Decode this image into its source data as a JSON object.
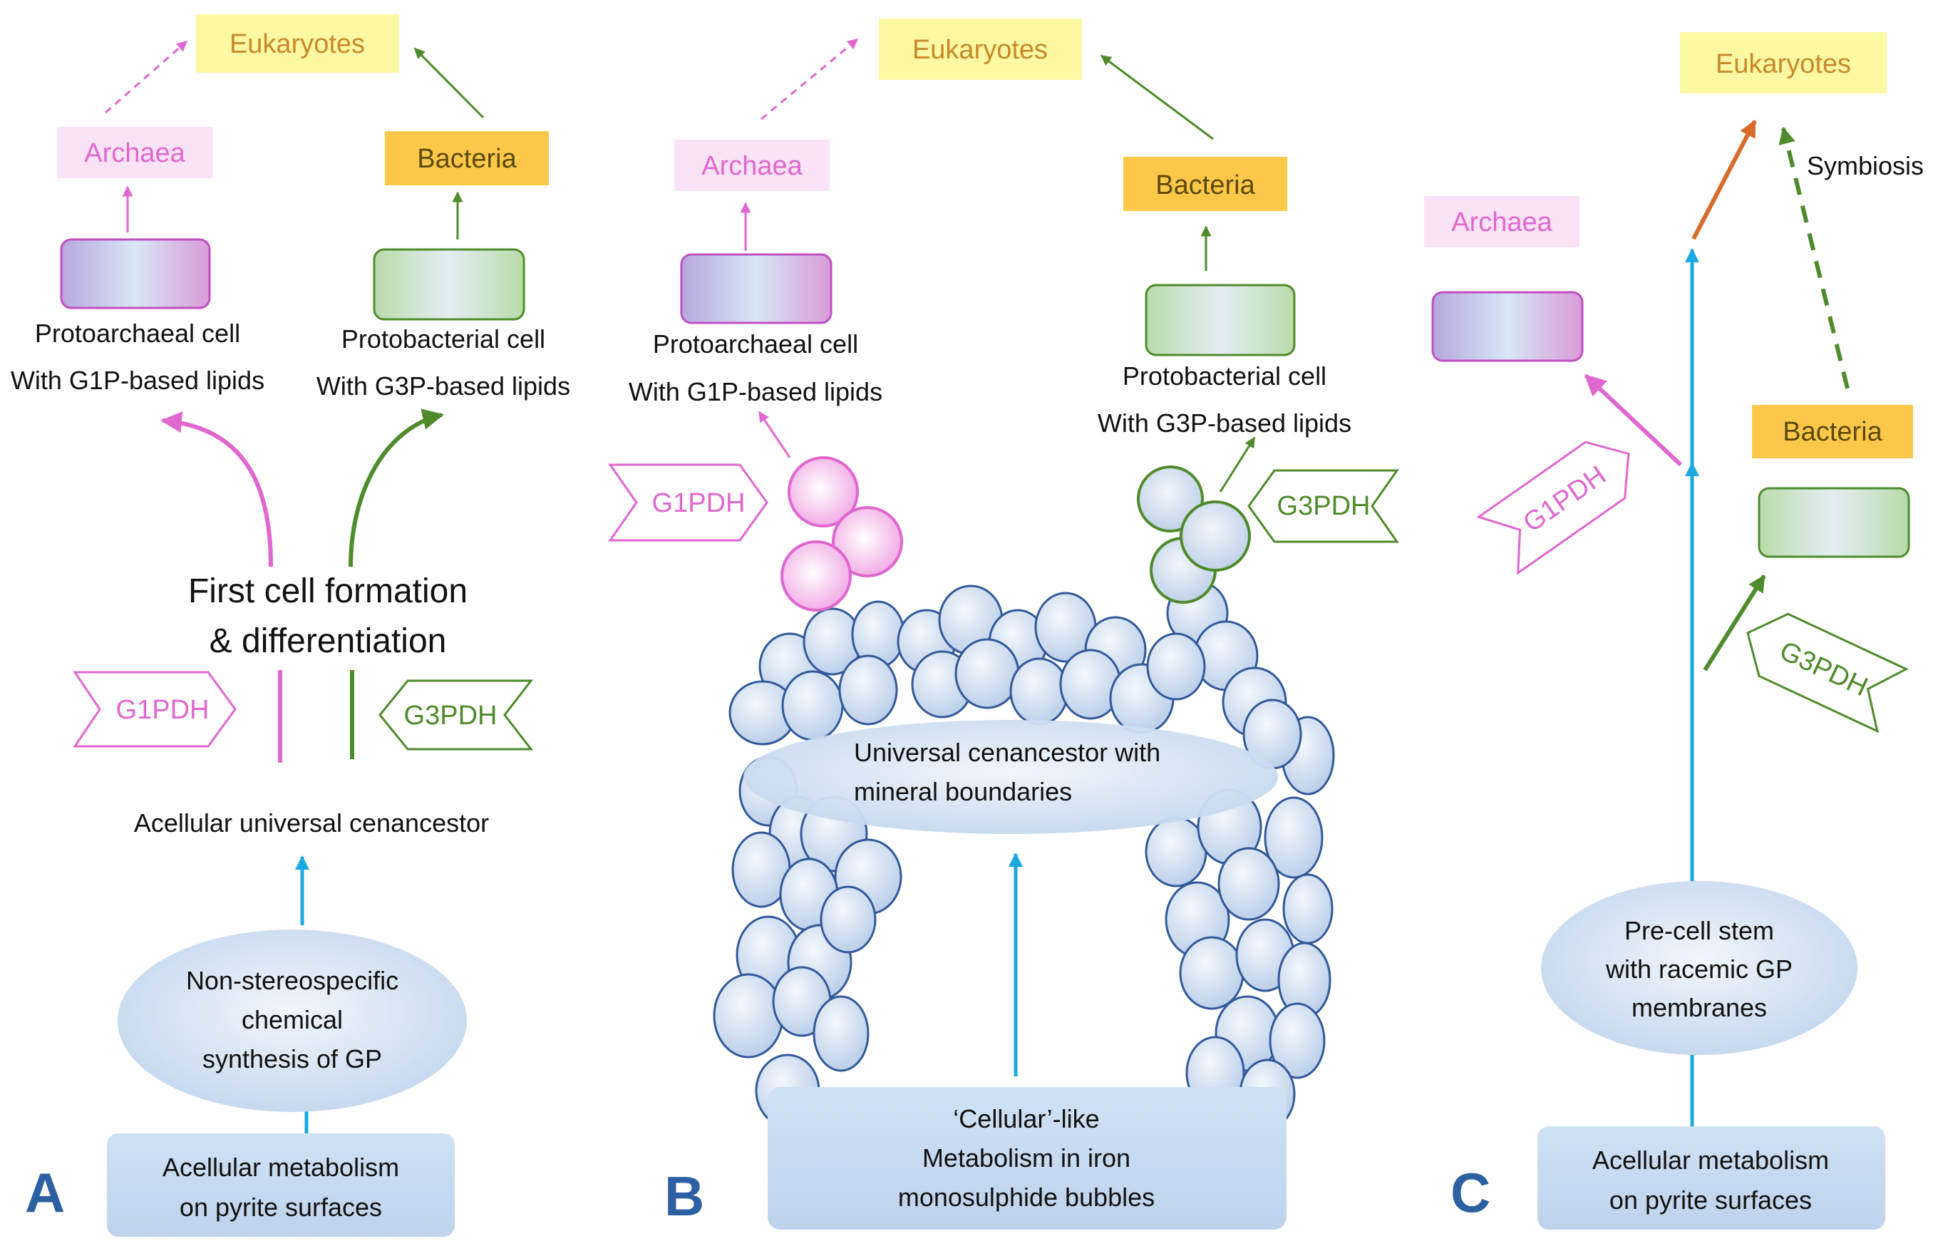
{
  "colors": {
    "archaea": "#e067cf",
    "archaea_box": "#fbe3f7",
    "bacteria": "#4f8a2c",
    "bacteria_box": "#fdc84a",
    "bacteria_text": "#5b4a06",
    "eukaryote_box": "#fdf8a2",
    "eukaryote_text": "#c8892b",
    "cyan_arrow": "#1aa9e0",
    "orange_arrow": "#d86a2a",
    "bubble_fill": "#cfdcf0",
    "bubble_stroke": "#33599a",
    "panel_letter": "#2d5fa3"
  },
  "panelA": {
    "letter": "A",
    "eukaryotes": "Eukaryotes",
    "archaea": "Archaea",
    "bacteria": "Bacteria",
    "protoarchaeal_line1": "Protoarchaeal cell",
    "protoarchaeal_line2": "With G1P-based lipids",
    "protobacterial_line1": "Protobacterial cell",
    "protobacterial_line2": "With G3P-based lipids",
    "first_cell_line1": "First cell formation",
    "first_cell_line2": "& differentiation",
    "g1pdh": "G1PDH",
    "g3pdh": "G3PDH",
    "cenancestor": "Acellular universal cenancestor",
    "synthesis_line1": "Non-stereospecific",
    "synthesis_line2": "chemical",
    "synthesis_line3": "synthesis of GP",
    "metabolism_line1": "Acellular metabolism",
    "metabolism_line2": "on pyrite surfaces"
  },
  "panelB": {
    "letter": "B",
    "eukaryotes": "Eukaryotes",
    "archaea": "Archaea",
    "bacteria": "Bacteria",
    "protoarchaeal_line1": "Protoarchaeal cell",
    "protoarchaeal_line2": "With G1P-based lipids",
    "protobacterial_line1": "Protobacterial cell",
    "protobacterial_line2": "With G3P-based lipids",
    "g1pdh": "G1PDH",
    "g3pdh": "G3PDH",
    "cenancestor_line1": "Universal cenancestor with",
    "cenancestor_line2": "mineral boundaries",
    "metabolism_line1": "‘Cellular’-like",
    "metabolism_line2": "Metabolism in iron",
    "metabolism_line3": "monosulphide bubbles"
  },
  "panelC": {
    "letter": "C",
    "eukaryotes": "Eukaryotes",
    "symbiosis": "Symbiosis",
    "archaea": "Archaea",
    "bacteria": "Bacteria",
    "g1pdh": "G1PDH",
    "g3pdh": "G3PDH",
    "precell_line1": "Pre-cell stem",
    "precell_line2": "with racemic GP",
    "precell_line3": "membranes",
    "metabolism_line1": "Acellular metabolism",
    "metabolism_line2": "on pyrite surfaces"
  }
}
